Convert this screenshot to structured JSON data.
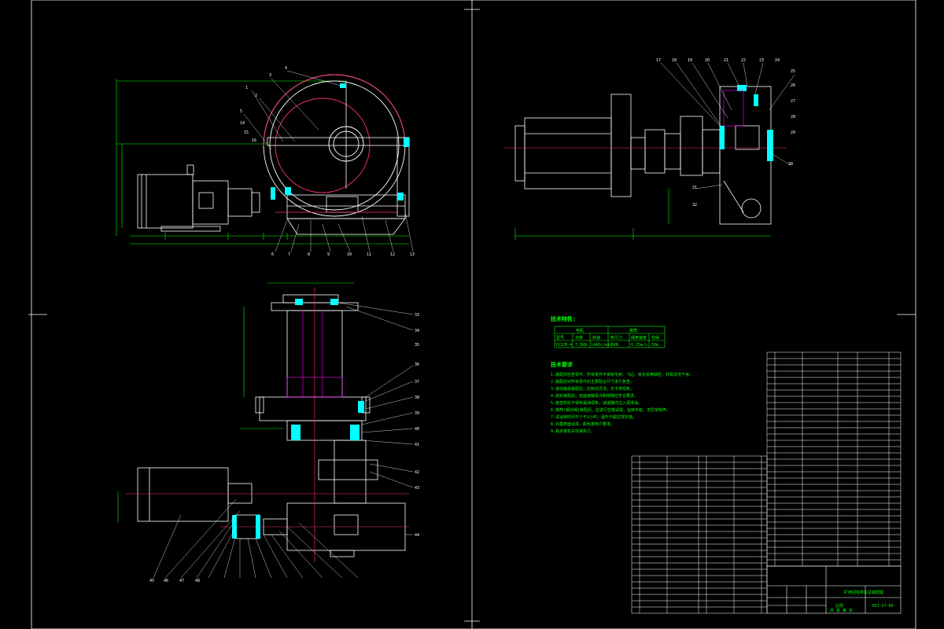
{
  "drawing": {
    "background": "#000000",
    "colors": {
      "outline": "#ffffff",
      "dimension": "#00ff00",
      "centerline": "#ff3333",
      "bearing": "#00ffff",
      "hidden": "#ff00ff",
      "highlight": "#ffff00"
    },
    "technical_params": {
      "title": "技术特性:",
      "table": {
        "headers": [
          "电机",
          "",
          "卷筒",
          "",
          "",
          ""
        ],
        "subheaders": [
          "型号",
          "功率",
          "转速",
          "牵引力",
          "绳索速度",
          "容绳"
        ],
        "values": [
          "Y132M-4",
          "7.5KW",
          "1440r/min",
          "5KN",
          "0.15m/s",
          "50m"
        ]
      }
    },
    "technical_requirements": {
      "title": "技术要求",
      "lines": [
        "1.装配前检查零件，所有零件不得有毛刺、飞边、氧化皮等缺陷，并需清洗干净。",
        "2.装配前对所有零件的主要配合尺寸进行复查。",
        "3.滚动轴承装配后，应转动灵活，无卡滞现象。",
        "4.齿轮装配后，齿面接触斑点和侧隙应符合要求。",
        "5.各密封处不得有漏油现象，减速器内注入润滑油。",
        "6.卷筒(钢丝绳)装配后，应进行空载试验，运转平稳，无异常噪声。",
        "7.试运转时间不少于2小时，温升不超过规定值。",
        "8.外露表面涂漆，颜色按用户要求。",
        "9.其余按有关标准执行。"
      ]
    },
    "title_block": {
      "drawing_name": "矿用回柱绞车总装配图",
      "drawing_number": "HZJ-27-00",
      "scale_label": "比例",
      "sheet_label": "共 张 第 张"
    },
    "part_labels_top_left": [
      "1",
      "2",
      "3",
      "4",
      "5",
      "6",
      "7",
      "8",
      "9",
      "10",
      "11",
      "12",
      "13",
      "14",
      "15",
      "16"
    ],
    "part_labels_top_right": [
      "17",
      "18",
      "19",
      "20",
      "21",
      "22",
      "23",
      "24",
      "25",
      "26",
      "27",
      "28",
      "29",
      "30",
      "31",
      "32"
    ],
    "part_labels_bottom": [
      "33",
      "34",
      "35",
      "36",
      "37",
      "38",
      "39",
      "40",
      "41",
      "42",
      "43",
      "44",
      "45",
      "46",
      "47",
      "48"
    ]
  }
}
